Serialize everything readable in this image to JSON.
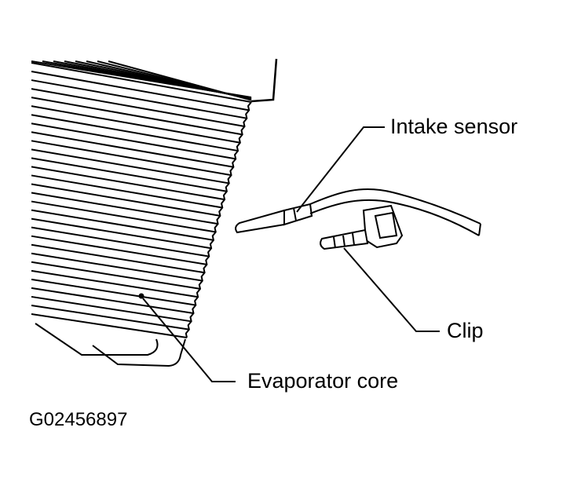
{
  "labels": {
    "intake_sensor": "Intake sensor",
    "clip": "Clip",
    "evaporator_core": "Evaporator core",
    "figure_code": "G02456897"
  },
  "colors": {
    "line": "#000000",
    "background": "#ffffff"
  }
}
